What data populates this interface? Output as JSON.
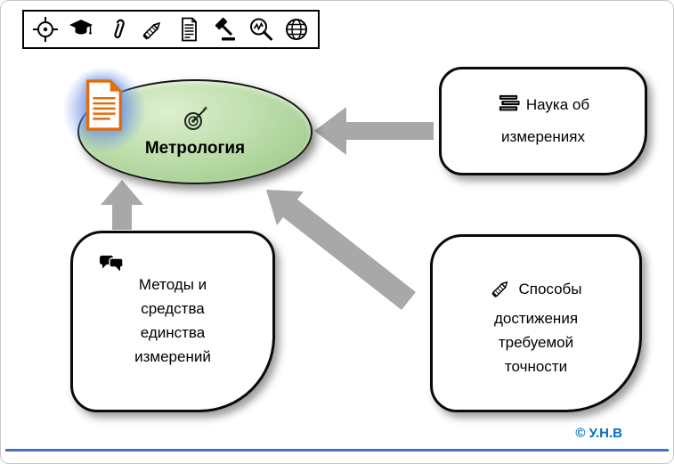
{
  "toolbar": {
    "icons": [
      "crosshair",
      "graduation-cap",
      "paperclip",
      "pencil",
      "document",
      "gavel",
      "magnifier-chart",
      "globe"
    ]
  },
  "diagram": {
    "center": {
      "label": "Метрология",
      "icon": "target-arrow-icon"
    },
    "science_box": {
      "label": "Наука об измерениях",
      "icon": "books-icon"
    },
    "methods_box": {
      "label": "Методы и средства единства измерений",
      "icon": "chat-bubbles-icon"
    },
    "accuracy_box": {
      "label": "Способы достижения требуемой точности",
      "icon": "pencil-ruler-icon"
    }
  },
  "footer": {
    "copyright": "© У.Н.В"
  },
  "colors": {
    "ellipse_fill": "#b7dba4",
    "arrow_gray": "#a8a8a8",
    "divider_blue": "#4472c4",
    "copyright_blue": "#0070c0",
    "doc_badge_orange": "#e36c0a",
    "glow_blue": "#628ae4"
  }
}
